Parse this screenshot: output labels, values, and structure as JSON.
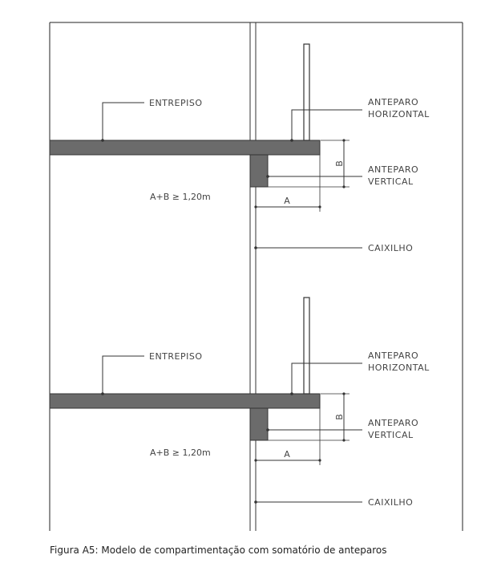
{
  "labels": {
    "entrepiso": "ENTREPISO",
    "anteparo_horizontal_1": "ANTEPARO",
    "anteparo_horizontal_2": "HORIZONTAL",
    "anteparo_vertical_1": "ANTEPARO",
    "anteparo_vertical_2": "VERTICAL",
    "caixilho": "CAIXILHO",
    "formula": "A+B ≥ 1,20m",
    "dim_a": "A",
    "dim_b": "B"
  },
  "caption": "Figura A5: Modelo de compartimentação com somatório de anteparos",
  "colors": {
    "slab": "#6b6b6b",
    "line": "#333333",
    "frame": "#222222"
  }
}
